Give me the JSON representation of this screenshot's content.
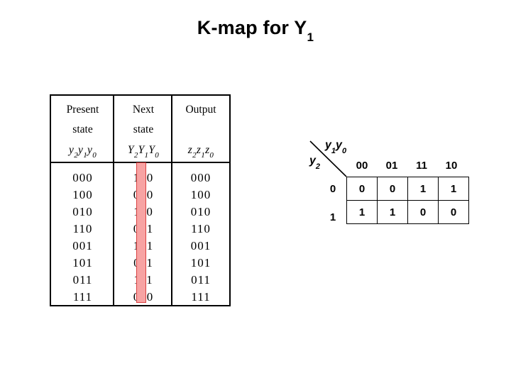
{
  "title": {
    "text": "K-map for Y",
    "subscript": "1"
  },
  "state_table": {
    "columns": [
      {
        "header_line1": "Present",
        "header_line2": "state",
        "variables": [
          {
            "base": "y",
            "sub": "2"
          },
          {
            "base": "y",
            "sub": "1"
          },
          {
            "base": "y",
            "sub": "0"
          }
        ],
        "values": [
          "000",
          "100",
          "010",
          "110",
          "001",
          "101",
          "011",
          "111"
        ]
      },
      {
        "header_line1": "Next",
        "header_line2": "state",
        "variables": [
          {
            "base": "Y",
            "sub": "2"
          },
          {
            "base": "Y",
            "sub": "1"
          },
          {
            "base": "Y",
            "sub": "0"
          }
        ],
        "values": [
          "100",
          "010",
          "110",
          "001",
          "101",
          "011",
          "111",
          "000"
        ]
      },
      {
        "header_line1": "Output",
        "header_line2": "",
        "variables": [
          {
            "base": "z",
            "sub": "2"
          },
          {
            "base": "z",
            "sub": "1"
          },
          {
            "base": "z",
            "sub": "0"
          }
        ],
        "values": [
          "000",
          "100",
          "010",
          "110",
          "001",
          "101",
          "011",
          "111"
        ]
      }
    ],
    "highlight": {
      "description": "red-bar-over-Y1-column",
      "fill_color": "#f7a3a3",
      "border_color": "#d94040"
    }
  },
  "kmap": {
    "row_axis_label": {
      "base": "y",
      "sub": "2"
    },
    "col_axis_label": [
      {
        "base": "y",
        "sub": "1"
      },
      {
        "base": "y",
        "sub": "0"
      }
    ],
    "col_headers": [
      "00",
      "01",
      "11",
      "10"
    ],
    "row_headers": [
      "0",
      "1"
    ],
    "cells": [
      [
        "0",
        "0",
        "1",
        "1"
      ],
      [
        "1",
        "1",
        "0",
        "0"
      ]
    ]
  },
  "chart_data": {
    "type": "table",
    "title": "K-map for Y1",
    "categories": [
      "00",
      "01",
      "11",
      "10"
    ],
    "series": [
      {
        "name": "y2=0",
        "values": [
          0,
          0,
          1,
          1
        ]
      },
      {
        "name": "y2=1",
        "values": [
          1,
          1,
          0,
          0
        ]
      }
    ],
    "xlabel": "y1y0",
    "ylabel": "y2",
    "grid": true,
    "legend": "none"
  }
}
